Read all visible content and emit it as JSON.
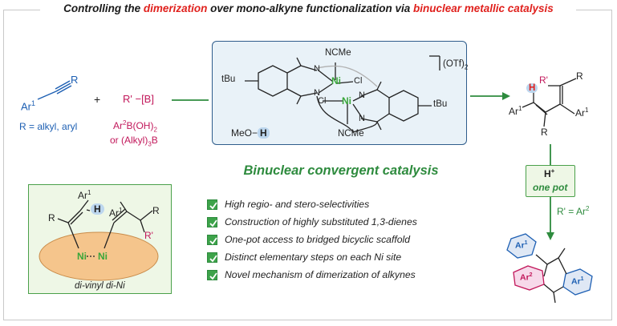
{
  "title": {
    "part1": "Controlling the ",
    "highlight1": "dimerization",
    "part2": " over mono-alkyne functionalization via ",
    "highlight2": "binuclear metallic catalysis"
  },
  "reactants": {
    "alkyne_aryl": "Ar",
    "alkyne_aryl_sup": "1",
    "alkyne_r": "R",
    "plus": "+",
    "r_condition": "R = alkyl, aryl",
    "reagent": "R' −[B]",
    "boron_line1_a": "Ar",
    "boron_line1_sup": "2",
    "boron_line1_b": "B(OH)",
    "boron_line1_sub": "2",
    "boron_line2_a": "or (Alkyl)",
    "boron_line2_sub": "3",
    "boron_line2_b": "B"
  },
  "catalyst": {
    "ncme_top": "NCMe",
    "ncme_bottom": "NCMe",
    "tbu_left": "tBu",
    "tbu_right": "tBu",
    "ni_1": "Ni",
    "ni_2": "Ni",
    "cl_1": "Cl",
    "cl_2": "Cl",
    "n_label": "N",
    "counterion_a": "(OTf)",
    "counterion_sub": "2",
    "meoh_a": "MeO−",
    "meoh_h": "H"
  },
  "subtitle": "Binuclear convergent catalysis",
  "bullets": [
    "High regio- and stero-selectivities",
    "Construction of highly substituted 1,3-dienes",
    "One-pot access to bridged bicyclic scaffold",
    "Distinct elementary steps on each Ni site",
    "Novel mechanism of dimerization of alkynes"
  ],
  "intermediate": {
    "ar1_left": "Ar",
    "ar1_right": "Ar",
    "sup": "1",
    "r_left": "R",
    "r_right": "R",
    "h": "H",
    "r_prime": "R'",
    "ni_left": "Ni",
    "ni_right": "Ni",
    "caption": "di-vinyl di-Ni"
  },
  "product_diene": {
    "r_prime": "R'",
    "r_top": "R",
    "h": "H",
    "ar_left": "Ar",
    "ar_right": "Ar",
    "sup": "1",
    "r_bottom": "R"
  },
  "acid_step": {
    "h_plus": "H",
    "plus_sup": "+",
    "one_pot": "one pot",
    "condition_a": "R' = Ar",
    "condition_sup": "2"
  },
  "bicyclic": {
    "ar1": "Ar",
    "ar1_sup": "1",
    "ar2": "Ar",
    "ar2_sup": "2",
    "ar1b": "Ar",
    "ar1b_sup": "1"
  },
  "colors": {
    "accent_red": "#e0211d",
    "blue": "#1d5fb3",
    "magenta": "#c2185b",
    "green": "#2e8b3e",
    "ni_green": "#3aa63a",
    "box_blue_border": "#2f5d8c",
    "box_green_fill": "#eef7e6",
    "ellipse_orange": "#f5c58c"
  }
}
